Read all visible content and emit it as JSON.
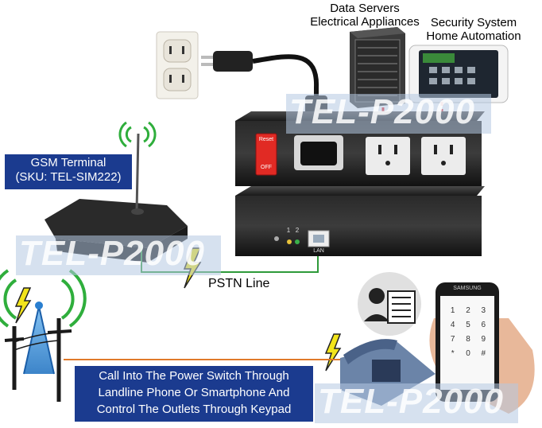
{
  "labels": {
    "data_servers": "Data Servers",
    "electrical_appliances": "Electrical Appliances",
    "security_system": "Security System",
    "home_automation": "Home Automation",
    "gsm_terminal": "GSM Terminal",
    "gsm_sku": "(SKU: TEL-SIM222)",
    "pstn_line": "PSTN Line",
    "call_line1": "Call Into The Power Switch Through",
    "call_line2": "Landline Phone Or Smartphone And",
    "call_line3": "Control The Outlets Through Keypad"
  },
  "device": {
    "reset_label": "Reset",
    "off_label": "OFF",
    "port1": "1",
    "port2": "2",
    "lan": "LAN"
  },
  "watermark": "TEL-P2000",
  "phone_brand": "SAMSUNG",
  "keypad": [
    "1",
    "2",
    "3",
    "4",
    "5",
    "6",
    "7",
    "8",
    "9",
    "*",
    "0",
    "#"
  ],
  "colors": {
    "caption_bg": "#1b3b8f",
    "pstn_wire": "#2e9a3a",
    "phone_line": "#e07a2a",
    "lightning": "#f2e41a",
    "signal": "#2fae3c",
    "outlet_link": "#d9252a"
  }
}
